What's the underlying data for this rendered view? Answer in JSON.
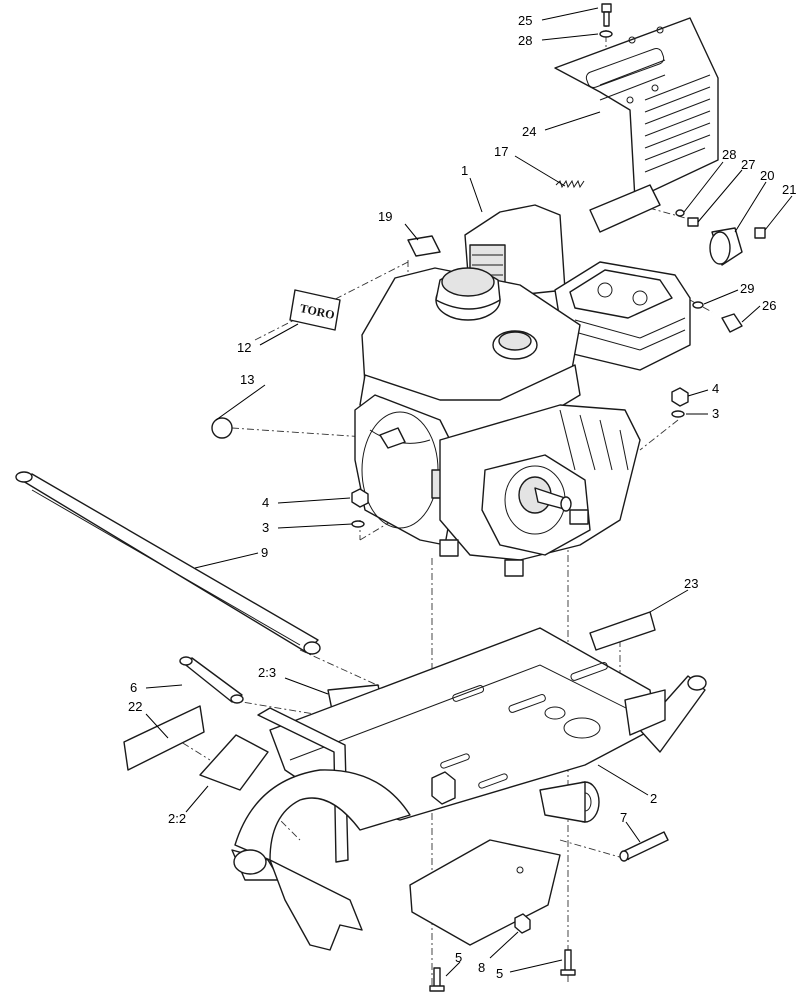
{
  "callouts": [
    {
      "id": "c-25",
      "label": "25"
    },
    {
      "id": "c-28a",
      "label": "28"
    },
    {
      "id": "c-24",
      "label": "24"
    },
    {
      "id": "c-17",
      "label": "17"
    },
    {
      "id": "c-1",
      "label": "1"
    },
    {
      "id": "c-28b",
      "label": "28"
    },
    {
      "id": "c-27",
      "label": "27"
    },
    {
      "id": "c-20",
      "label": "20"
    },
    {
      "id": "c-21",
      "label": "21"
    },
    {
      "id": "c-19",
      "label": "19"
    },
    {
      "id": "c-29",
      "label": "29"
    },
    {
      "id": "c-26",
      "label": "26"
    },
    {
      "id": "c-12",
      "label": "12"
    },
    {
      "id": "c-13",
      "label": "13"
    },
    {
      "id": "c-4a",
      "label": "4"
    },
    {
      "id": "c-3a",
      "label": "3"
    },
    {
      "id": "c-4b",
      "label": "4"
    },
    {
      "id": "c-3b",
      "label": "3"
    },
    {
      "id": "c-9",
      "label": "9"
    },
    {
      "id": "c-23",
      "label": "23"
    },
    {
      "id": "c-23b",
      "label": "2:3"
    },
    {
      "id": "c-6",
      "label": "6"
    },
    {
      "id": "c-22",
      "label": "22"
    },
    {
      "id": "c-2",
      "label": "2"
    },
    {
      "id": "c-22b",
      "label": "2:2"
    },
    {
      "id": "c-7",
      "label": "7"
    },
    {
      "id": "c-5a",
      "label": "5"
    },
    {
      "id": "c-8",
      "label": "8"
    },
    {
      "id": "c-5b",
      "label": "5"
    }
  ],
  "decal_logo": "TORO"
}
